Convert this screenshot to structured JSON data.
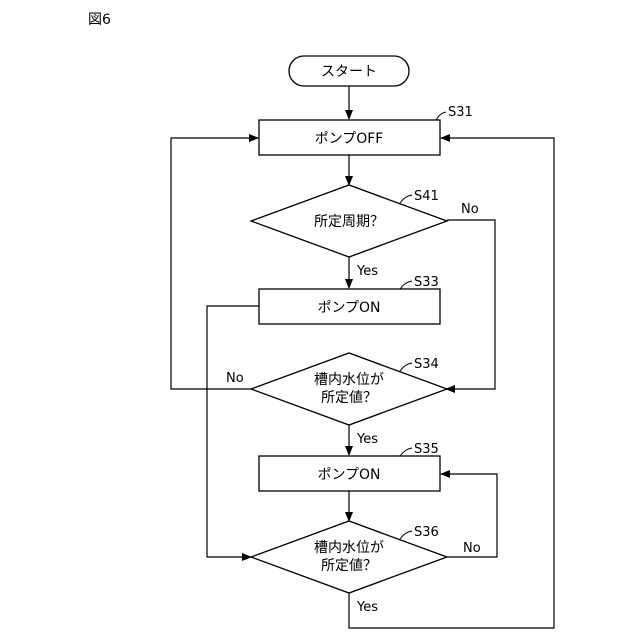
{
  "figure_label": "図6",
  "nodes": {
    "start": {
      "text": "スタート"
    },
    "s31": {
      "step": "S31",
      "text": "ポンプOFF"
    },
    "s41": {
      "step": "S41",
      "text": "所定周期？"
    },
    "s33": {
      "step": "S33",
      "text": "ポンプON"
    },
    "s34": {
      "step": "S34",
      "line1": "槽内水位が",
      "line2": "所定値？"
    },
    "s35": {
      "step": "S35",
      "text": "ポンプON"
    },
    "s36": {
      "step": "S36",
      "line1": "槽内水位が",
      "line2": "所定値？"
    }
  },
  "branches": {
    "s41_no": "No",
    "s41_yes": "Yes",
    "s34_no": "No",
    "s34_yes": "Yes",
    "s36_no": "No",
    "s36_yes": "Yes"
  }
}
